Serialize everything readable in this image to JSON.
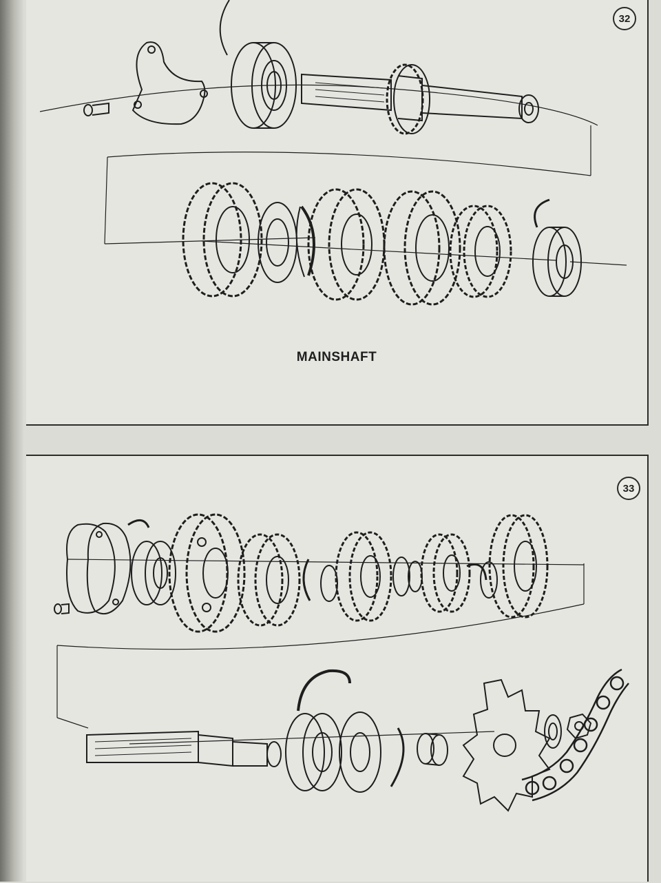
{
  "figures": [
    {
      "number": "32",
      "caption": "MAINSHAFT"
    },
    {
      "number": "33"
    }
  ],
  "colors": {
    "paper": "#e6e6e1",
    "ink": "#1e1e1e",
    "background": "#dcdcd6"
  }
}
